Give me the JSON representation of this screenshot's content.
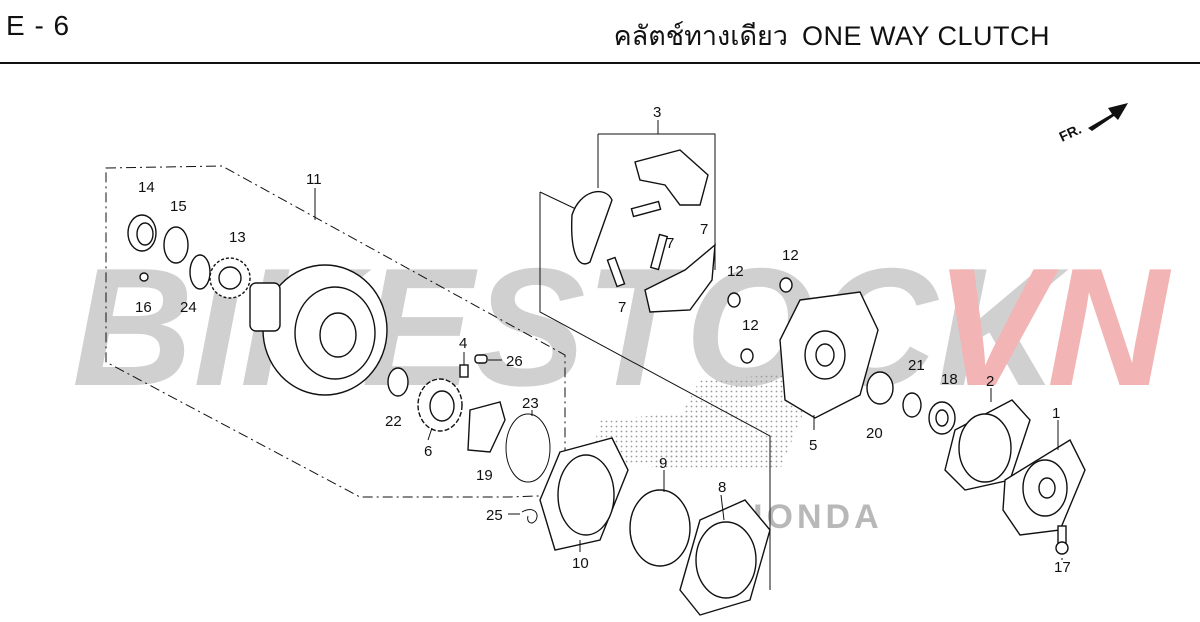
{
  "header": {
    "code": "E - 6",
    "title_thai": "คลัตช์ทางเดียว",
    "title_en": "ONE WAY CLUTCH"
  },
  "watermark": {
    "text_gray": "BIKESTOCK",
    "text_red": "VN",
    "gray_color": "#c8c8c8",
    "red_color": "#f0a8a8"
  },
  "direction_label": "FR.",
  "brand_mark": "HONDA",
  "callouts": [
    "1",
    "2",
    "3",
    "4",
    "5",
    "6",
    "7",
    "7",
    "7",
    "8",
    "9",
    "10",
    "11",
    "12",
    "12",
    "12",
    "13",
    "14",
    "15",
    "16",
    "17",
    "18",
    "19",
    "20",
    "21",
    "22",
    "23",
    "24",
    "25",
    "26"
  ]
}
